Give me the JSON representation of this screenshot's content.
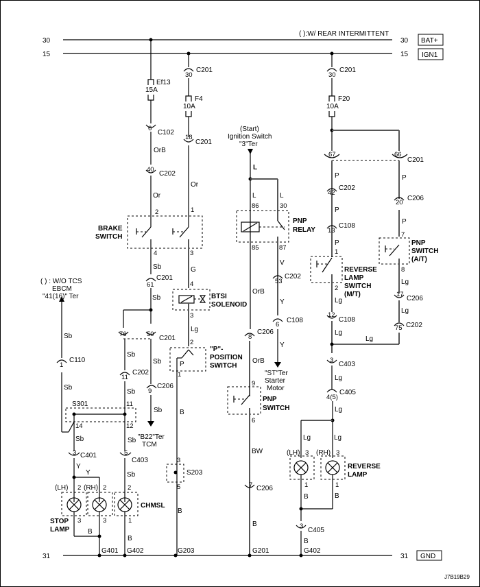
{
  "diagram": {
    "note_top": "( ):W/ REAR INTERMITTENT",
    "figure_id": "J7B19B29",
    "buses": {
      "bat": {
        "num": "30",
        "label": "BAT+"
      },
      "ign": {
        "num": "15",
        "label": "IGN1"
      },
      "gnd": {
        "num": "31",
        "label": "GND"
      }
    },
    "fuses": [
      {
        "id": "Ef13",
        "rating": "15A"
      },
      {
        "id": "F4",
        "rating": "10A"
      },
      {
        "id": "F20",
        "rating": "10A"
      }
    ],
    "connectors": {
      "c201_30a": {
        "pin": "30",
        "name": "C201"
      },
      "c201_30b": {
        "pin": "30",
        "name": "C201"
      },
      "c102": {
        "pin": "6",
        "name": "C102"
      },
      "c201_18": {
        "pin": "18",
        "name": "C201"
      },
      "c202_40": {
        "pin": "40",
        "name": "C202"
      },
      "c201_61": {
        "pin": "61",
        "name": "C201"
      },
      "c201_76": {
        "pin": "76",
        "name": ""
      },
      "c201_50": {
        "pin": "50",
        "name": "C201"
      },
      "c202_11": {
        "pin": "11",
        "name": "C202"
      },
      "c206_9": {
        "pin": "9",
        "name": "C206"
      },
      "c110": {
        "pin": "1",
        "name": "C110"
      },
      "c401": {
        "pin": "3",
        "name": "C401"
      },
      "c403_5": {
        "pin": "5",
        "name": "C403"
      },
      "c202_53": {
        "pin": "53",
        "name": "C202"
      },
      "c108_6": {
        "pin": "6",
        "name": "C108"
      },
      "c206_8": {
        "pin": "8",
        "name": "C206"
      },
      "c206_7": {
        "pin": "7",
        "name": "C206"
      },
      "c201_67": {
        "pin": "67",
        "name": ""
      },
      "c201_66": {
        "pin": "66",
        "name": "C201"
      },
      "c202_42": {
        "pin": "42",
        "name": "C202"
      },
      "c108_13": {
        "pin": "13",
        "name": "C108"
      },
      "c206_20": {
        "pin": "20",
        "name": "C206"
      },
      "c108_12": {
        "pin": "12",
        "name": "C108"
      },
      "c206_17": {
        "pin": "17",
        "name": "C206"
      },
      "c202_75": {
        "pin": "75",
        "name": "C202"
      },
      "c403_3": {
        "pin": "3",
        "name": "C403"
      },
      "c405_4": {
        "pin": "4(5)",
        "name": "C405"
      },
      "c405_3": {
        "pin": "3",
        "name": "C405"
      }
    },
    "components": {
      "brake_switch": {
        "line1": "BRAKE",
        "line2": "SWITCH",
        "pins": [
          "2",
          "1",
          "4",
          "3"
        ]
      },
      "btsi": {
        "line1": "BTSI",
        "line2": "SOLENOID",
        "pins": [
          "4",
          "3"
        ]
      },
      "p_switch": {
        "line1": "\"P\"-",
        "line2": "POSITION",
        "line3": "SWITCH",
        "pins": [
          "2",
          "1"
        ],
        "contact": "P"
      },
      "pnp_relay": {
        "line1": "PNP",
        "line2": "RELAY",
        "pins": [
          "86",
          "30",
          "85",
          "87"
        ]
      },
      "pnp_switch": {
        "line1": "PNP",
        "line2": "SWITCH",
        "pins": [
          "9",
          "6"
        ]
      },
      "pnp_switch_at": {
        "line1": "PNP",
        "line2": "SWITCH",
        "line3": "(A/T)",
        "pins": [
          "7",
          "8"
        ]
      },
      "rev_switch": {
        "line1": "REVERSE",
        "line2": "LAMP",
        "line3": "SWITCH",
        "line4": "(M/T)",
        "pins": [
          "1",
          "2"
        ]
      },
      "s301": {
        "name": "S301",
        "pins": [
          "11",
          "14",
          "12"
        ]
      },
      "s203": {
        "name": "S203",
        "pins": [
          "3",
          "5"
        ]
      },
      "stop_lamp": {
        "line1": "STOP",
        "line2": "LAMP",
        "lh": "(LH)",
        "rh": "(RH)",
        "pins": [
          "2",
          "2",
          "3",
          "3"
        ]
      },
      "chmsl": {
        "label": "CHMSL",
        "pins": [
          "2",
          "1"
        ]
      },
      "reverse_lamp": {
        "line1": "REVERSE",
        "line2": "LAMP",
        "lh": "(LH)",
        "rh": "(RH)",
        "pins": [
          "3",
          "3",
          "1",
          "1"
        ]
      }
    },
    "terminals": {
      "ign_switch": {
        "line1": "(Start)",
        "line2": "Ignition Switch",
        "line3": "\"3\"Ter"
      },
      "ebcm": {
        "line1": "( ) : W/O TCS",
        "line2": "EBCM",
        "line3": "\"41(16)\" Ter"
      },
      "tcm": {
        "line1": "\"B22\"Ter",
        "line2": "TCM"
      },
      "starter": {
        "line1": "\"ST\"Ter",
        "line2": "Starter",
        "line3": "Motor"
      }
    },
    "grounds": [
      "G401",
      "G402",
      "G203",
      "G201",
      "G402"
    ],
    "wire_colors": {
      "OrB": "OrB",
      "Or": "Or",
      "Sb": "Sb",
      "G": "G",
      "Lg": "Lg",
      "B": "B",
      "L": "L",
      "V": "V",
      "Y": "Y",
      "BW": "BW",
      "P": "P"
    }
  }
}
